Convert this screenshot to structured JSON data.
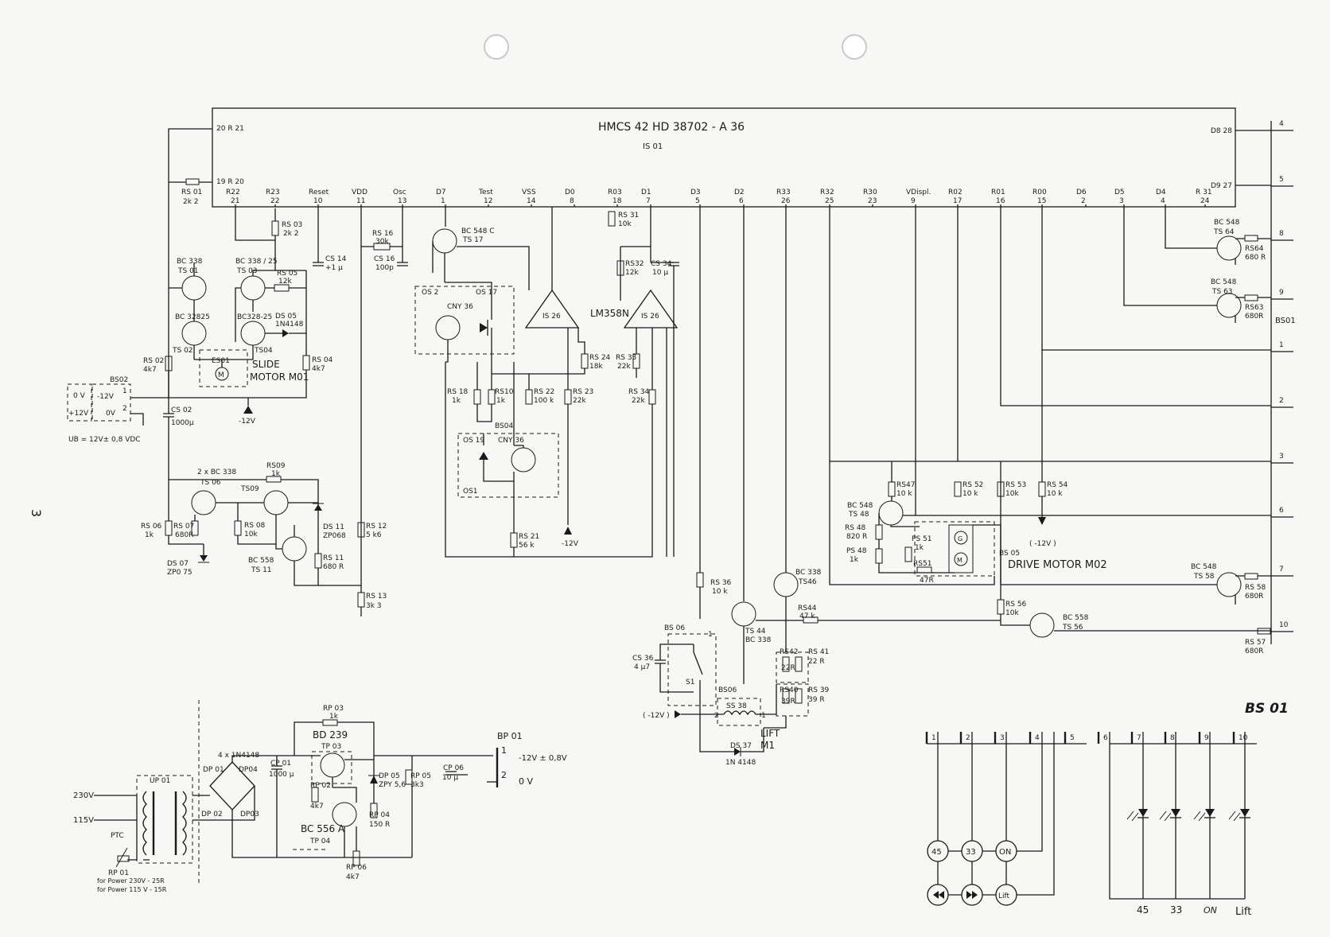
{
  "page": {
    "number": "3"
  },
  "ic": {
    "title": "HMCS 42   HD 38702 - A 36",
    "ref": "IS 01",
    "left_pins": [
      "20 R 21",
      "19 R 20"
    ],
    "right_pins": [
      "D8 28",
      "D9 27"
    ],
    "pins": [
      {
        "n": "R22",
        "p": "21"
      },
      {
        "n": "R23",
        "p": "22"
      },
      {
        "n": "Reset",
        "p": "10"
      },
      {
        "n": "VDD",
        "p": "11"
      },
      {
        "n": "Osc",
        "p": "13"
      },
      {
        "n": "D7",
        "p": "1"
      },
      {
        "n": "Test",
        "p": "12"
      },
      {
        "n": "VSS",
        "p": "14"
      },
      {
        "n": "D0",
        "p": "8"
      },
      {
        "n": "R03",
        "p": "18"
      },
      {
        "n": "D1",
        "p": "7"
      },
      {
        "n": "D3",
        "p": "5"
      },
      {
        "n": "D2",
        "p": "6"
      },
      {
        "n": "R33",
        "p": "26"
      },
      {
        "n": "R32",
        "p": "25"
      },
      {
        "n": "R30",
        "p": "23"
      },
      {
        "n": "VDispl.",
        "p": "9"
      },
      {
        "n": "R02",
        "p": "17"
      },
      {
        "n": "R01",
        "p": "16"
      },
      {
        "n": "R00",
        "p": "15"
      },
      {
        "n": "D6",
        "p": "2"
      },
      {
        "n": "D5",
        "p": "3"
      },
      {
        "n": "D4",
        "p": "4"
      },
      {
        "n": "R 31",
        "p": "24"
      }
    ]
  },
  "connector_bs01": {
    "label": "BS01",
    "pins": [
      "4",
      "5",
      "8",
      "9",
      "1",
      "2",
      "3",
      "6",
      "7",
      "10"
    ]
  },
  "labels": {
    "rs01": "RS 01",
    "rs01v": "2k 2",
    "ts01": "BC 338",
    "ts01r": "TS 01",
    "ts03": "BC 338 / 25",
    "ts03r": "TS 03",
    "ts02": "BC 32825",
    "ts02r": "TS 02",
    "ts04": "BC328-25",
    "ts04r": "TS04",
    "rs03": "RS 03",
    "rs03v": "2k 2",
    "rs05": "RS 05",
    "rs05v": "12k",
    "ds05": "DS 05",
    "ds05v": "1N4148",
    "cs14": "CS 14",
    "cs14v": "+1 µ",
    "rs16": "RS 16",
    "rs16v": "30k",
    "cs16": "CS 16",
    "cs16v": "100p",
    "rs02": "RS 02",
    "rs02v": "4k7",
    "rs04": "RS 04",
    "rs04v": "4k7",
    "es01": "ES01",
    "slide1": "SLIDE",
    "slide2": "MOTOR M01",
    "bs02": "BS02",
    "ov": "0 V",
    "p12": "+12V",
    "m12": "-12V",
    "ov2": "0V",
    "cs02": "CS 02",
    "cs02v": "1000µ",
    "ub": "UB = 12V± 0,8 VDC",
    "neg12": "-12V",
    "ts06a": "2 x BC 338",
    "ts06": "TS 06",
    "rs09": "RS09",
    "rs09v": "1k",
    "ts09": "TS09",
    "rs06": "RS 06",
    "rs06v": "1k",
    "rs07": "RS 07",
    "rs07v": "680R",
    "rs08": "RS 08",
    "rs08v": "10k",
    "ds11": "DS 11",
    "ds11v": "ZP068",
    "bc558": "BC 558",
    "ts11": "TS  11",
    "rs11": "RS 11",
    "rs11v": "680 R",
    "ds07": "DS 07",
    "ds07v": "ZP0 75",
    "rs12": "RS 12",
    "rs12v": "5 k6",
    "rs13": "RS 13",
    "rs13v": "3k 3",
    "ts17": "BC 548 C",
    "ts17r": "TS 17",
    "os2": "OS 2",
    "os17": "OS 17",
    "cny36a": "CNY 36",
    "is26a": "IS 26",
    "lm358": "LM358N",
    "is26b": "IS 26",
    "rs32": "RS32",
    "rs32v": "12k",
    "cs34": "CS 34",
    "cs34v": "10 µ",
    "rs31": "RS 31",
    "rs31v": "10k",
    "rs18": "RS 18",
    "rs18v": "1k",
    "rs10": "RS10",
    "rs10v": "1k",
    "rs22": "RS 22",
    "rs22v": "100 k",
    "rs23": "RS 23",
    "rs23v": "22k",
    "rs24": "RS 24",
    "rs24v": "18k",
    "rs33": "RS 33",
    "rs33v": "22k",
    "rs34": "RS 34",
    "rs34v": "22k",
    "bs04": "BS04",
    "os19": "OS 19",
    "cny36b": "CNY 36",
    "os1": "OS1",
    "rs21": "RS 21",
    "rs21v": "56 k",
    "ts64": "BC 548",
    "ts64r": "TS 64",
    "rs64": "RS64",
    "rs64v": "680 R",
    "ts63": "BC 548",
    "ts63r": "TS 63",
    "rs63": "RS63",
    "rs63v": "680R",
    "rs47": "RS47",
    "rs47v": "10 k",
    "rs52": "RS 52",
    "rs52v": "10 k",
    "rs53": "RS 53",
    "rs53v": "10k",
    "rs54": "RS 54",
    "rs54v": "10 k",
    "ts48": "BC 548",
    "ts48r": "TS 48",
    "rs48": "RS 48",
    "rs48v": "820 R",
    "ps51": "PS 51",
    "ps51v": "1k",
    "ps48": "PS 48",
    "ps48v": "1k",
    "rs51": "RS51",
    "rs51v": "47R",
    "bs05": "BS 05",
    "m12b": "( -12V )",
    "drive": "DRIVE MOTOR M02",
    "ts58": "BC 548",
    "ts58r": "TS 58",
    "rs58": "RS 58",
    "rs58v": "680R",
    "rs57": "RS 57",
    "rs57v": "680R",
    "rs36": "RS 36",
    "rs36v": "10 k",
    "ts46": "BC 338",
    "ts46r": "TS46",
    "ts44": "TS 44",
    "ts44r": "BC 338",
    "rs44": "RS44",
    "rs44v": "47 k",
    "rs56": "RS 56",
    "rs56v": "10k",
    "ts56": "BC 558",
    "ts56r": "TS 56",
    "bs06": "BS 06",
    "s1": "S1",
    "cs36": "CS 36",
    "cs36v": "4 µ7",
    "rs42": "RS42",
    "rs42v": "22R",
    "rs41": "RS 41",
    "rs41v": "22 R",
    "rs40": "RS40",
    "rs40v": "39R",
    "rs39": "RS 39",
    "rs39v": "39 R",
    "bs06b": "BS06",
    "ss38": "SS 38",
    "lift": "LIFT",
    "m1": "M1",
    "m12c": "( -12V )",
    "ds37": "DS 37",
    "ds37v": "1N 4148",
    "rp03": "RP 03",
    "rp03v": "1k",
    "bd239": "BD 239",
    "tp03": "TP 03",
    "diodes": "4 x 1N4148",
    "dp01": "DP 01",
    "dp04": "DP04",
    "dp02": "DP 02",
    "dp03": "DP03",
    "cp01": "CP 01",
    "cp01v": "1000 µ",
    "rp02": "RP 02",
    "rp02v": "4k7",
    "bc556": "BC 556 A",
    "tp04": "TP 04",
    "dp05": "DP 05",
    "dp05v": "ZPY 5,6",
    "rp05": "RP 05",
    "rp05v": "3k3",
    "cp06": "CP 06",
    "cp06v": "10 µ",
    "rp04": "RP 04",
    "rp04v": "150 R",
    "rp06": "RP 06",
    "rp06v": "4k7",
    "bp01": "BP 01",
    "out1": "1",
    "out1v": "-12V ± 0,8V",
    "out2": "2",
    "out2v": "0 V",
    "up01": "UP 01",
    "v230": "230V",
    "v115": "115V",
    "ptc": "PTC",
    "rp01": "RP 01",
    "pw1": "for Power 230V - 25R",
    "pw2": "for Power 115 V - 15R",
    "bs01b": "BS 01",
    "btn45": "45",
    "btn33": "33",
    "btnon": "ON",
    "btnlift": "Lift",
    "bot45": "45",
    "bot33": "33",
    "boton": "ON",
    "botlift": "Lift"
  },
  "bs01_bottom": {
    "pins": [
      "1",
      "2",
      "3",
      "4",
      "5",
      "6",
      "7",
      "8",
      "9",
      "10"
    ]
  },
  "colors": {
    "ink": "#1a1a1a",
    "paper": "#f7f7f5"
  }
}
